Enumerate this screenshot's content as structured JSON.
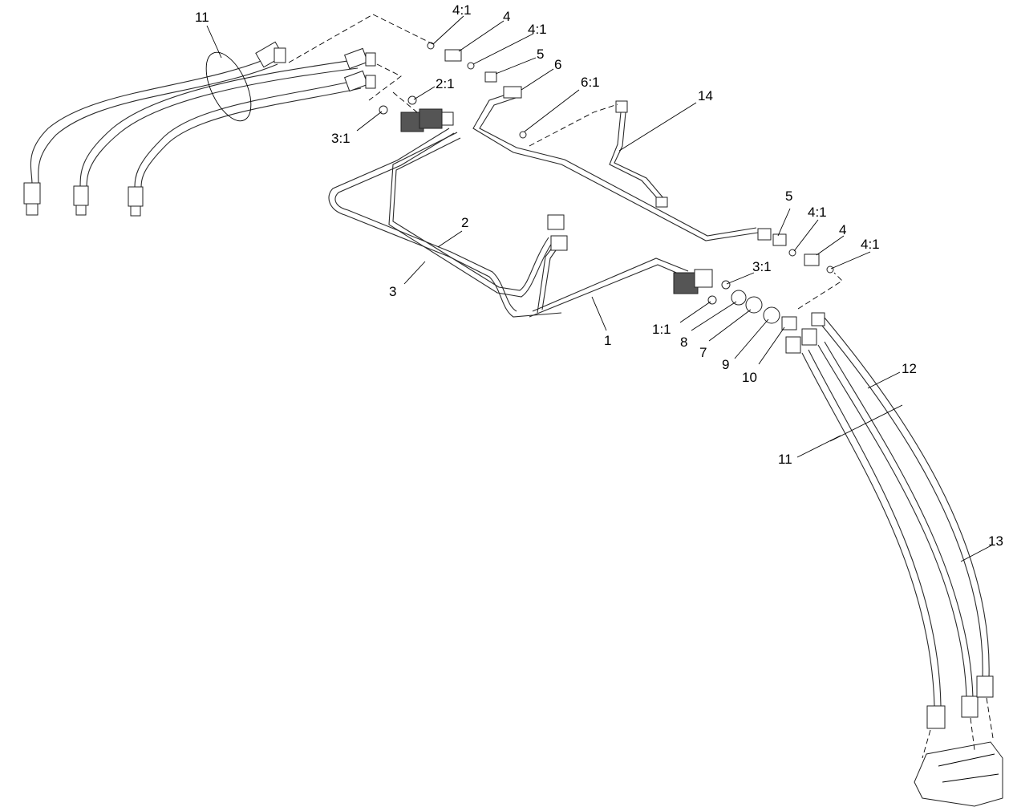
{
  "callouts": {
    "c11a": "11",
    "c4_1a": "4:1",
    "c4a": "4",
    "c4_1b": "4:1",
    "c5a": "5",
    "c6": "6",
    "c6_1": "6:1",
    "c2_1": "2:1",
    "c3_1a": "3:1",
    "c14": "14",
    "c5b": "5",
    "c4_1c": "4:1",
    "c4b": "4",
    "c4_1d": "4:1",
    "c2": "2",
    "c3": "3",
    "c3_1b": "3:1",
    "c1_1": "1:1",
    "c1": "1",
    "c8": "8",
    "c7": "7",
    "c9": "9",
    "c10": "10",
    "c12": "12",
    "c11b": "11",
    "c13": "13"
  }
}
